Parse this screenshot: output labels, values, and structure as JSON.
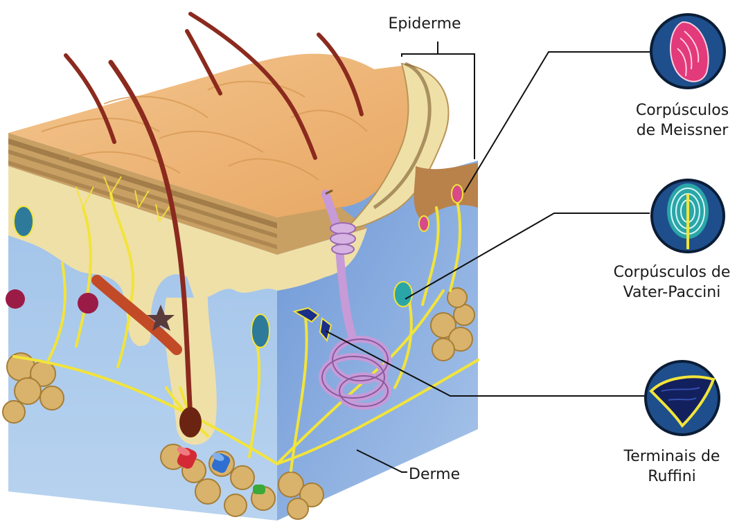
{
  "labels": {
    "epiderme": "Epiderme",
    "derme": "Derme",
    "meissner": {
      "line1": "Corpúsculos",
      "line2": "de Meissner"
    },
    "paccini": {
      "line1": "Corpúsculos de",
      "line2": "Vater-Paccini"
    },
    "ruffini": {
      "line1": "Terminais de",
      "line2": "Ruffini"
    }
  },
  "colors": {
    "skin_top": "#f0b978",
    "epidermis_layer": "#efe0a8",
    "dermis": "#a9c8ea",
    "nerve": "#f2e43a",
    "hair": "#8b2a1e",
    "sweat_gland": "#c79ad8",
    "fat": "#d9b36b",
    "callout_bg": "#1e4f8c",
    "leader": "#111111"
  }
}
